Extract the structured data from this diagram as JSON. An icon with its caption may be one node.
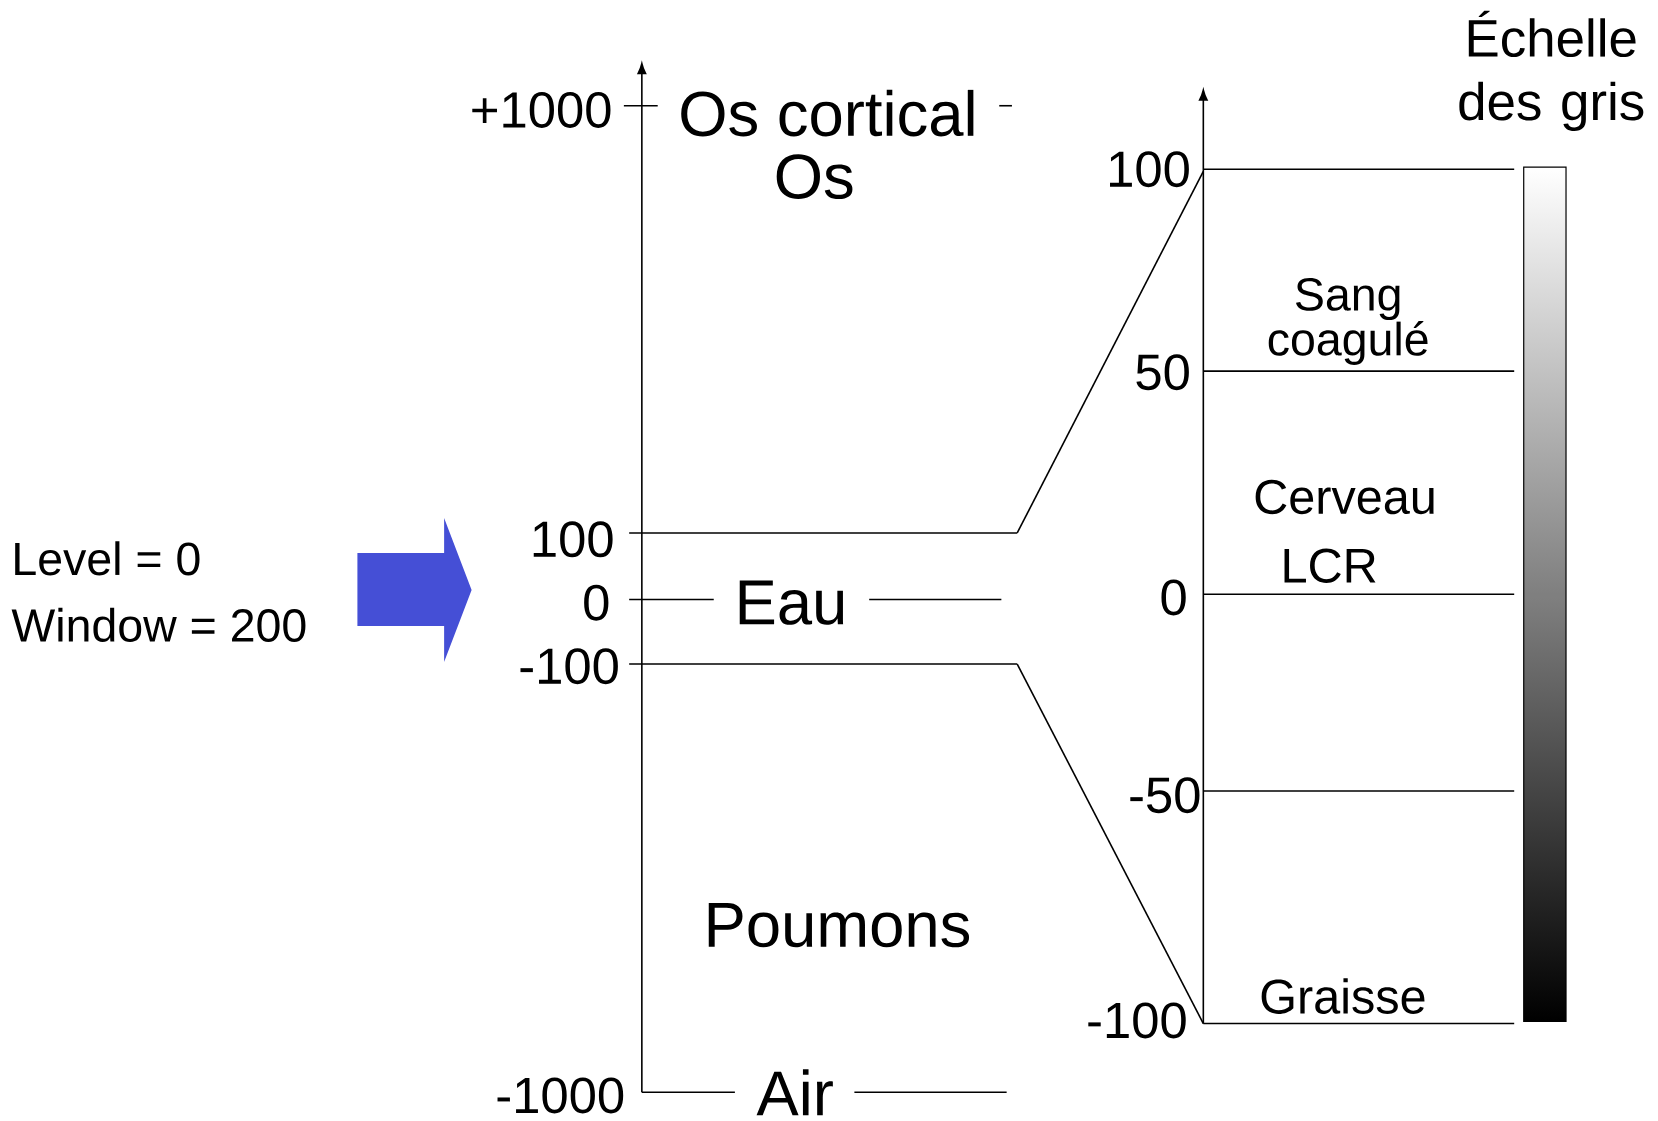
{
  "diagram": {
    "labels": [
      "Échelle des gris",
      "+1000",
      "Os cortical",
      "Os",
      "100",
      "Sang coagulé",
      "50",
      "Cerveau",
      "Level = 0",
      "100",
      "LCR",
      "Window = 200",
      "0",
      "Eau",
      "0",
      "-100",
      "-50",
      "Poumons",
      "Graisse",
      "-100",
      "-1000",
      "Air"
    ]
  }
}
